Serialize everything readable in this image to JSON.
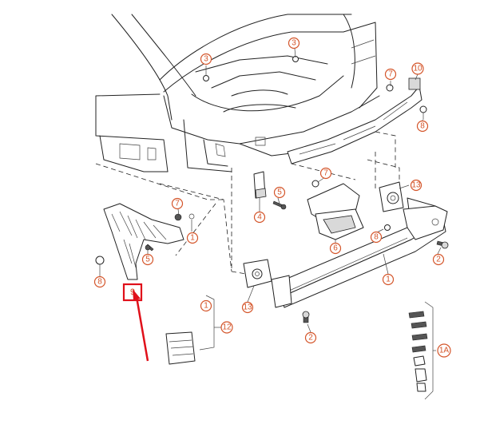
{
  "callouts": [
    {
      "label": "3"
    },
    {
      "label": "3"
    },
    {
      "label": "7"
    },
    {
      "label": "10"
    },
    {
      "label": "8"
    },
    {
      "label": "7"
    },
    {
      "label": "5"
    },
    {
      "label": "4"
    },
    {
      "label": "13"
    },
    {
      "label": "7"
    },
    {
      "label": "1"
    },
    {
      "label": "5"
    },
    {
      "label": "8"
    },
    {
      "label": "6"
    },
    {
      "label": "8"
    },
    {
      "label": "2"
    },
    {
      "label": "1"
    },
    {
      "label": "13"
    },
    {
      "label": "1"
    },
    {
      "label": "12"
    },
    {
      "label": "2"
    },
    {
      "label": "1A"
    }
  ],
  "highlight": {
    "label": "9"
  },
  "colors": {
    "callout": "#d4552a",
    "highlight": "#e0101a"
  }
}
